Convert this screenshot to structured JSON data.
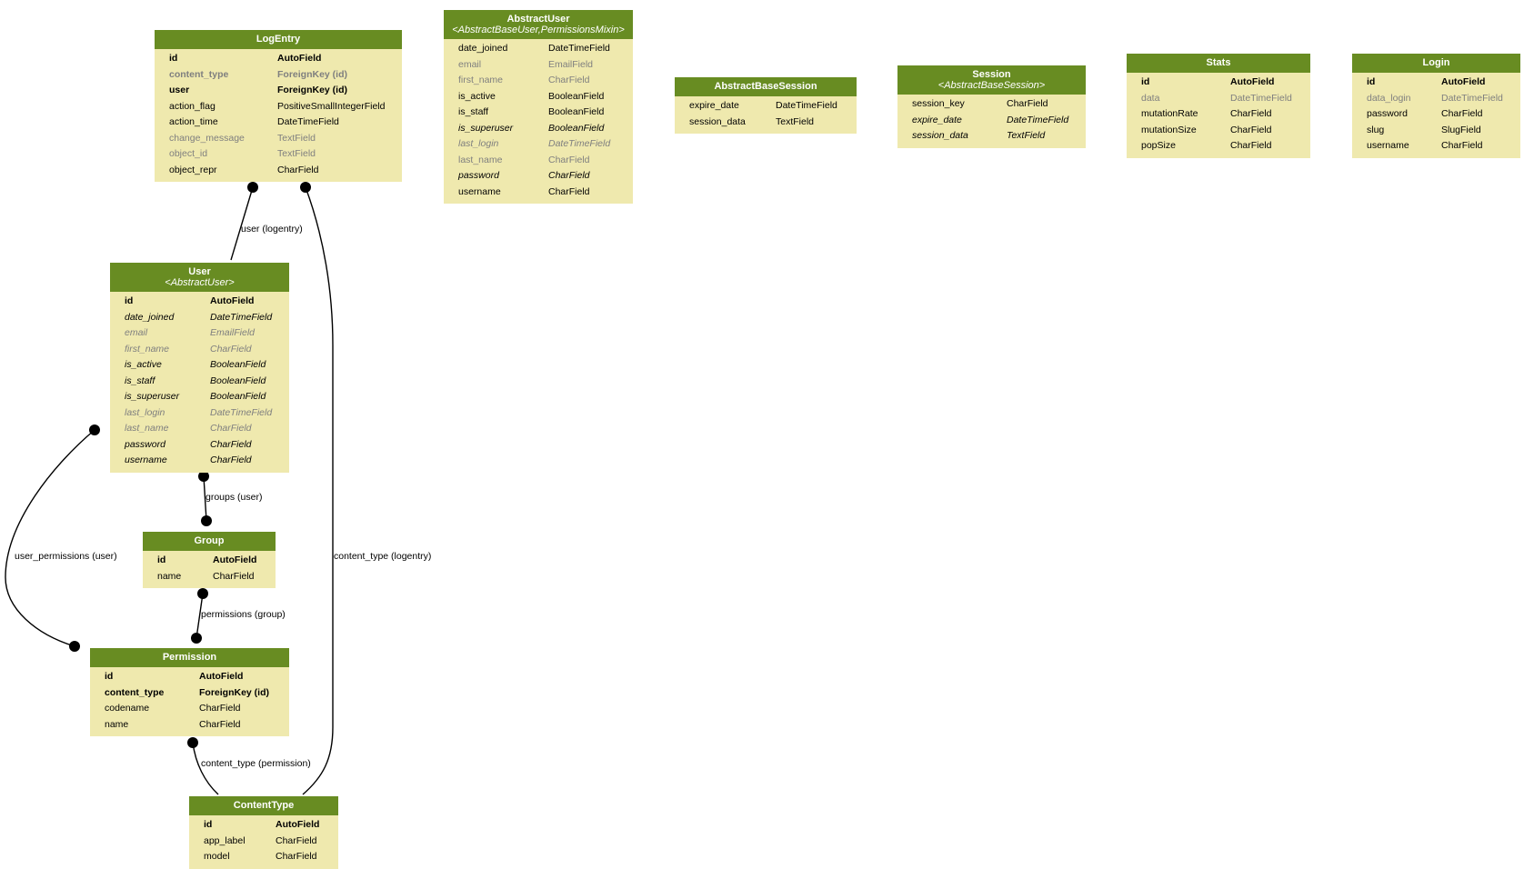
{
  "models": {
    "logentry": {
      "name": "LogEntry",
      "subtitle": "",
      "fields": [
        {
          "name": "id",
          "type": "AutoField",
          "style": "b"
        },
        {
          "name": "content_type",
          "type": "ForeignKey (id)",
          "style": "bg"
        },
        {
          "name": "user",
          "type": "ForeignKey (id)",
          "style": "b"
        },
        {
          "name": "action_flag",
          "type": "PositiveSmallIntegerField",
          "style": ""
        },
        {
          "name": "action_time",
          "type": "DateTimeField",
          "style": ""
        },
        {
          "name": "change_message",
          "type": "TextField",
          "style": "g"
        },
        {
          "name": "object_id",
          "type": "TextField",
          "style": "g"
        },
        {
          "name": "object_repr",
          "type": "CharField",
          "style": ""
        }
      ]
    },
    "abstractuser": {
      "name": "AbstractUser",
      "subtitle": "<AbstractBaseUser,PermissionsMixin>",
      "fields": [
        {
          "name": "date_joined",
          "type": "DateTimeField",
          "style": ""
        },
        {
          "name": "email",
          "type": "EmailField",
          "style": "g"
        },
        {
          "name": "first_name",
          "type": "CharField",
          "style": "g"
        },
        {
          "name": "is_active",
          "type": "BooleanField",
          "style": ""
        },
        {
          "name": "is_staff",
          "type": "BooleanField",
          "style": ""
        },
        {
          "name": "is_superuser",
          "type": "BooleanField",
          "style": "i"
        },
        {
          "name": "last_login",
          "type": "DateTimeField",
          "style": "ig"
        },
        {
          "name": "last_name",
          "type": "CharField",
          "style": "g"
        },
        {
          "name": "password",
          "type": "CharField",
          "style": "i"
        },
        {
          "name": "username",
          "type": "CharField",
          "style": ""
        }
      ]
    },
    "abstractbasesession": {
      "name": "AbstractBaseSession",
      "subtitle": "",
      "fields": [
        {
          "name": "expire_date",
          "type": "DateTimeField",
          "style": ""
        },
        {
          "name": "session_data",
          "type": "TextField",
          "style": ""
        }
      ]
    },
    "session": {
      "name": "Session",
      "subtitle": "<AbstractBaseSession>",
      "fields": [
        {
          "name": "session_key",
          "type": "CharField",
          "style": ""
        },
        {
          "name": "expire_date",
          "type": "DateTimeField",
          "style": "i"
        },
        {
          "name": "session_data",
          "type": "TextField",
          "style": "i"
        }
      ]
    },
    "stats": {
      "name": "Stats",
      "subtitle": "",
      "fields": [
        {
          "name": "id",
          "type": "AutoField",
          "style": "b"
        },
        {
          "name": "data",
          "type": "DateTimeField",
          "style": "g"
        },
        {
          "name": "mutationRate",
          "type": "CharField",
          "style": ""
        },
        {
          "name": "mutationSize",
          "type": "CharField",
          "style": ""
        },
        {
          "name": "popSize",
          "type": "CharField",
          "style": ""
        }
      ]
    },
    "login": {
      "name": "Login",
      "subtitle": "",
      "fields": [
        {
          "name": "id",
          "type": "AutoField",
          "style": "b"
        },
        {
          "name": "data_login",
          "type": "DateTimeField",
          "style": "g"
        },
        {
          "name": "password",
          "type": "CharField",
          "style": ""
        },
        {
          "name": "slug",
          "type": "SlugField",
          "style": ""
        },
        {
          "name": "username",
          "type": "CharField",
          "style": ""
        }
      ]
    },
    "user": {
      "name": "User",
      "subtitle": "<AbstractUser>",
      "fields": [
        {
          "name": "id",
          "type": "AutoField",
          "style": "b"
        },
        {
          "name": "date_joined",
          "type": "DateTimeField",
          "style": "i"
        },
        {
          "name": "email",
          "type": "EmailField",
          "style": "ig"
        },
        {
          "name": "first_name",
          "type": "CharField",
          "style": "ig"
        },
        {
          "name": "is_active",
          "type": "BooleanField",
          "style": "i"
        },
        {
          "name": "is_staff",
          "type": "BooleanField",
          "style": "i"
        },
        {
          "name": "is_superuser",
          "type": "BooleanField",
          "style": "i"
        },
        {
          "name": "last_login",
          "type": "DateTimeField",
          "style": "ig"
        },
        {
          "name": "last_name",
          "type": "CharField",
          "style": "ig"
        },
        {
          "name": "password",
          "type": "CharField",
          "style": "i"
        },
        {
          "name": "username",
          "type": "CharField",
          "style": "i"
        }
      ]
    },
    "group": {
      "name": "Group",
      "subtitle": "",
      "fields": [
        {
          "name": "id",
          "type": "AutoField",
          "style": "b"
        },
        {
          "name": "name",
          "type": "CharField",
          "style": ""
        }
      ]
    },
    "permission": {
      "name": "Permission",
      "subtitle": "",
      "fields": [
        {
          "name": "id",
          "type": "AutoField",
          "style": "b"
        },
        {
          "name": "content_type",
          "type": "ForeignKey (id)",
          "style": "b"
        },
        {
          "name": "codename",
          "type": "CharField",
          "style": ""
        },
        {
          "name": "name",
          "type": "CharField",
          "style": ""
        }
      ]
    },
    "contenttype": {
      "name": "ContentType",
      "subtitle": "",
      "fields": [
        {
          "name": "id",
          "type": "AutoField",
          "style": "b"
        },
        {
          "name": "app_label",
          "type": "CharField",
          "style": ""
        },
        {
          "name": "model",
          "type": "CharField",
          "style": ""
        }
      ]
    }
  },
  "edges": {
    "user_logentry": "user (logentry)",
    "content_type_logentry": "content_type (logentry)",
    "groups_user": "groups (user)",
    "user_permissions_user": "user_permissions (user)",
    "permissions_group": "permissions (group)",
    "content_type_permission": "content_type (permission)"
  },
  "colors": {
    "header": "#688c22",
    "body": "#efe9ae",
    "muted_text": "#7f7f7f"
  }
}
